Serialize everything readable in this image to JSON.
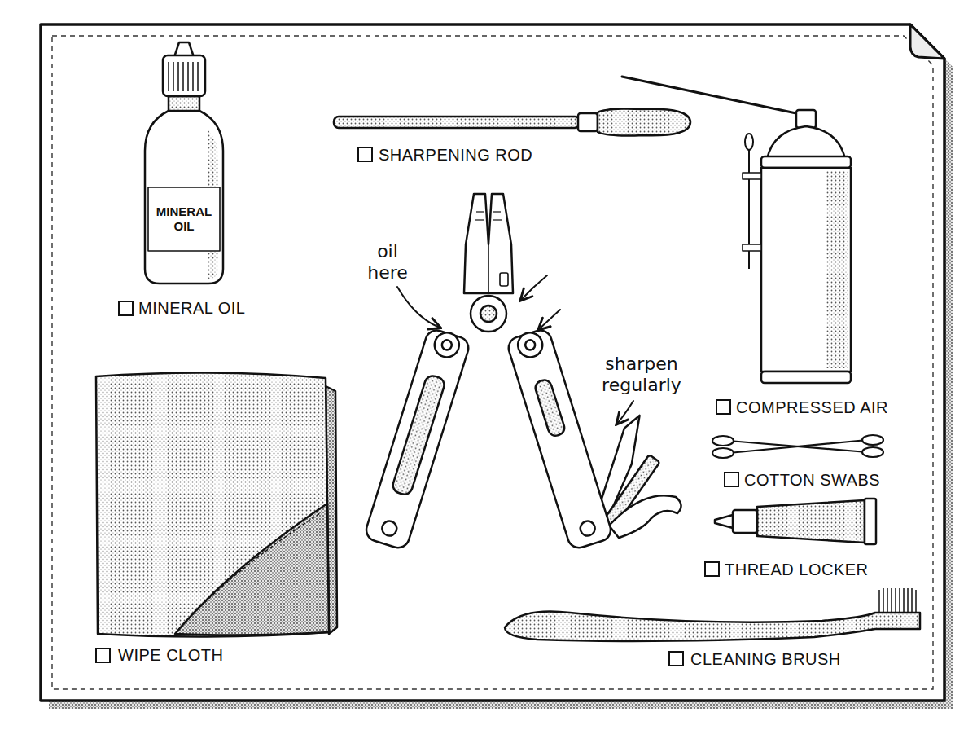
{
  "diagram": {
    "labels": [
      "MINERAL OIL",
      "MINERAL OIL",
      "SHARPENING ROD",
      "oil here",
      "sharpen regularly",
      "COMPRESSED AIR",
      "COTTON SWABS",
      "THREAD LOCKER",
      "WIPE CLOTH",
      "CLEANING BRUSH"
    ]
  }
}
